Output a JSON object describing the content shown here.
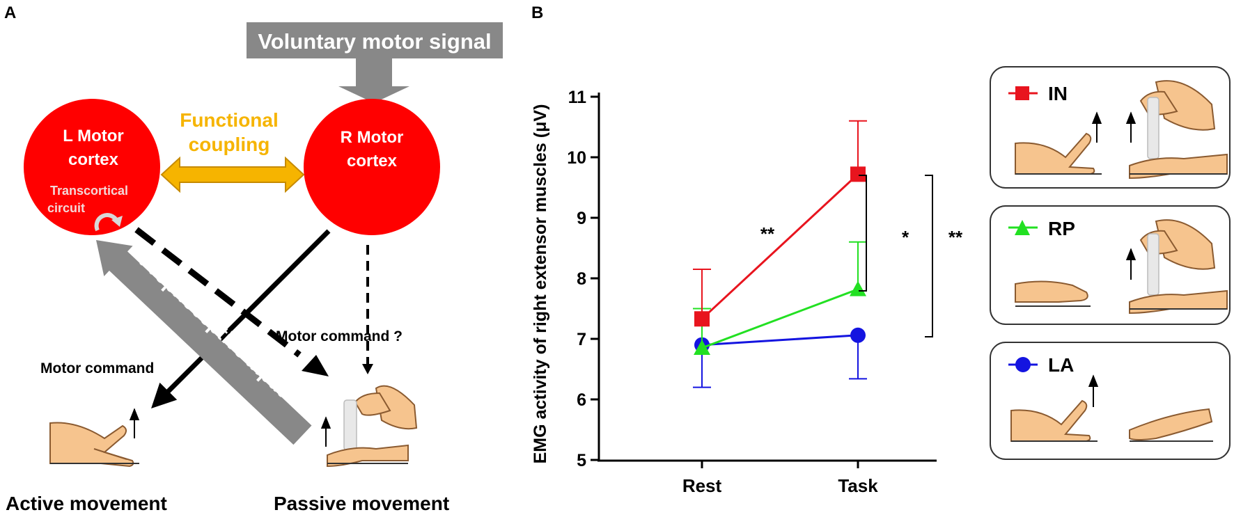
{
  "panel_a": {
    "label": "A",
    "voluntary_signal": "Voluntary motor signal",
    "l_cortex_line1": "L Motor",
    "l_cortex_line2": "cortex",
    "r_cortex_line1": "R Motor",
    "r_cortex_line2": "cortex",
    "transcortical_line1": "Transcortical",
    "transcortical_line2": "circuit",
    "functional_line1": "Functional",
    "functional_line2": "coupling",
    "proprioceptive": "Proprioceptive input",
    "motor_command": "Motor command",
    "motor_command_q": "Motor command ?",
    "active_movement": "Active movement",
    "passive_movement": "Passive movement"
  },
  "panel_b": {
    "label": "B",
    "legend": [
      {
        "name": "IN",
        "color": "#e8141e",
        "marker": "square"
      },
      {
        "name": "RP",
        "color": "#22e022",
        "marker": "triangle"
      },
      {
        "name": "LA",
        "color": "#1414e0",
        "marker": "circle"
      }
    ],
    "sig_rest_task": "**",
    "sig_in_rp": "*",
    "sig_in_la": "**"
  },
  "chart_data": {
    "type": "line",
    "ylabel": "EMG activity of right extensor muscles (μV)",
    "xlabel": "",
    "categories": [
      "Rest",
      "Task"
    ],
    "ylim": [
      5,
      11
    ],
    "yticks": [
      5,
      6,
      7,
      8,
      9,
      10,
      11
    ],
    "series": [
      {
        "name": "IN",
        "color": "#e8141e",
        "marker": "square",
        "values": [
          7.33,
          9.72
        ],
        "err_up": [
          8.15,
          10.6
        ],
        "err_down": [
          null,
          null
        ]
      },
      {
        "name": "RP",
        "color": "#22e022",
        "marker": "triangle",
        "values": [
          6.85,
          7.82
        ],
        "err_up": [
          7.5,
          8.6
        ],
        "err_down": [
          null,
          null
        ]
      },
      {
        "name": "LA",
        "color": "#1414e0",
        "marker": "circle",
        "values": [
          6.9,
          7.06
        ],
        "err_up": [
          null,
          null
        ],
        "err_down": [
          6.2,
          6.34
        ]
      }
    ]
  }
}
